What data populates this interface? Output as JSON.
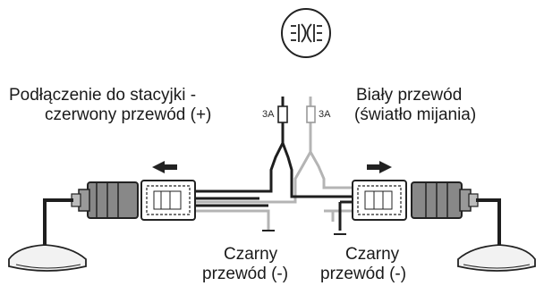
{
  "icon": {
    "name": "drl-lamp-icon"
  },
  "labels": {
    "ignition_line1": "Podłączenie do stacyjki -",
    "ignition_line2": "czerwony przewód (+)",
    "white_line1": "Biały przewód",
    "white_line2": "(światło mijania)",
    "ground_left_line1": "Czarny",
    "ground_left_line2": "przewód (-)",
    "ground_right_line1": "Czarny",
    "ground_right_line2": "przewód (-)"
  },
  "fuses": {
    "left": "3A",
    "right": "3A"
  },
  "colors": {
    "black_wire": "#1e1e1e",
    "grey_wire": "#b4b4b4",
    "lamp_fill": "#f2f2f2"
  }
}
